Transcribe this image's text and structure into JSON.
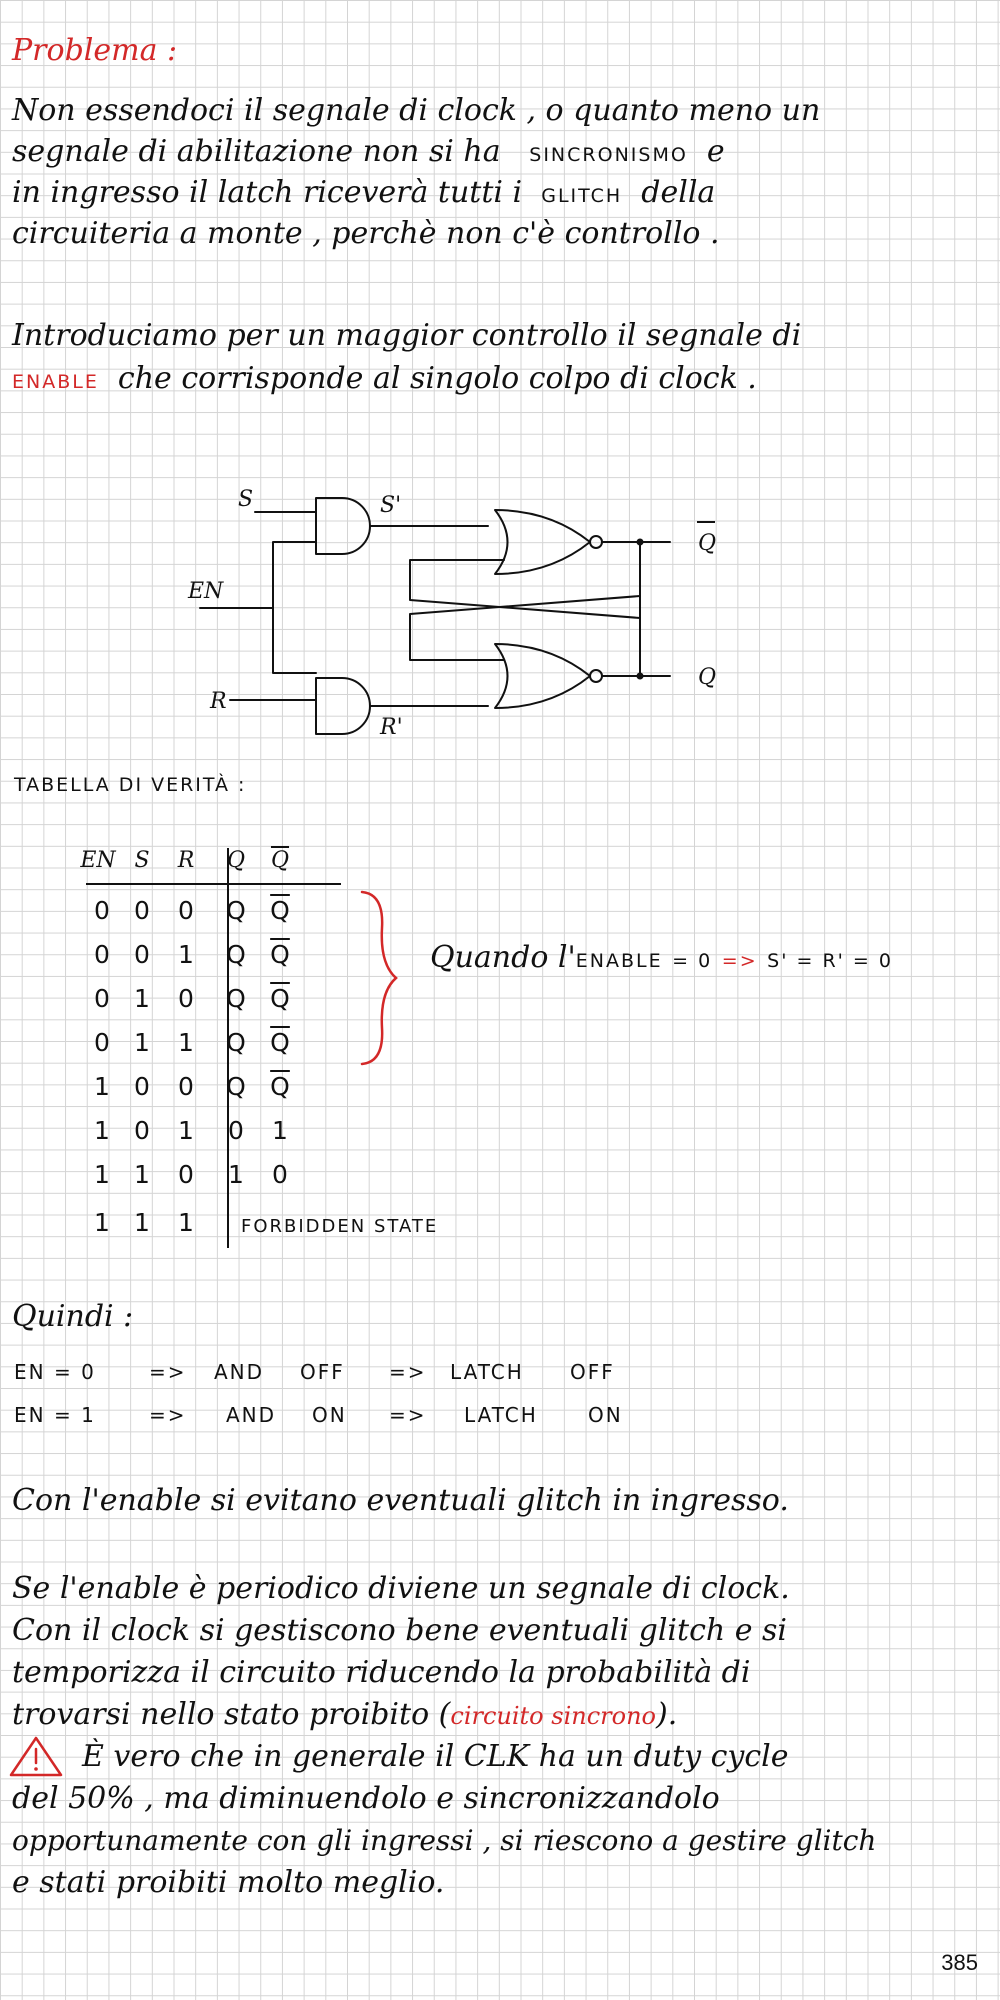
{
  "title": "Problema :",
  "para1": [
    "Non essendoci il segnale di clock , o quanto meno un",
    "segnale di abilitazione non si ha",
    "in ingresso il latch riceverà tutti i",
    "circuiteria a monte , perchè non c'è controllo ."
  ],
  "para1_caps": {
    "sincronismo": "SINCRONISMO",
    "e": "e",
    "glitch": "GLITCH",
    "della": "della"
  },
  "para2": {
    "line1": "Introduciamo per un maggior controllo il segnale di",
    "enable_word": "ENABLE",
    "line2_rest": "che corrisponde al singolo colpo di clock ."
  },
  "circuit": {
    "s": "S",
    "s_prime": "S'",
    "en": "EN",
    "r": "R",
    "r_prime": "R'",
    "q_bar": "Q",
    "q": "Q"
  },
  "table_title": "TABELLA DI VERITÀ :",
  "truth_table": {
    "headers": [
      "EN",
      "S",
      "R",
      "Q",
      "Q"
    ],
    "rows": [
      [
        "0",
        "0",
        "0",
        "Q",
        "Q"
      ],
      [
        "0",
        "0",
        "1",
        "Q",
        "Q"
      ],
      [
        "0",
        "1",
        "0",
        "Q",
        "Q"
      ],
      [
        "0",
        "1",
        "1",
        "Q",
        "Q"
      ],
      [
        "1",
        "0",
        "0",
        "Q",
        "Q"
      ],
      [
        "1",
        "0",
        "1",
        "0",
        "1"
      ],
      [
        "1",
        "1",
        "0",
        "1",
        "0"
      ]
    ],
    "last_row": [
      "1",
      "1",
      "1"
    ],
    "forbidden": "FORBIDDEN STATE"
  },
  "enable_note": {
    "text": "Quando l'",
    "caps": "ENABLE",
    "eq": "= 0",
    "arrow": "=>",
    "result": "S' = R' = 0"
  },
  "quindi": "Quindi :",
  "quindi_rows": [
    [
      "EN = 0",
      "=>",
      "AND",
      "OFF",
      "=>",
      "LATCH",
      "OFF"
    ],
    [
      "EN = 1",
      "=>",
      "AND",
      "ON",
      "=>",
      "LATCH",
      "ON"
    ]
  ],
  "para3": "Con l'enable si evitano eventuali glitch in ingresso.",
  "para4": {
    "line1": "Se l'enable è periodico diviene un segnale di clock.",
    "line2": "Con il clock si gestiscono bene eventuali glitch e si",
    "line3": "temporizza il circuito riducendo la probabilità di",
    "line4_start": "trovarsi nello stato proibito (",
    "line4_red": "circuito sincrono",
    "line4_end": ")."
  },
  "para5": {
    "line1": "È vero che in generale il CLK ha un duty cycle",
    "line2": "del 50% , ma diminuendolo e sincronizzandolo",
    "line3": "opportunamente con gli ingressi , si riescono a gestire glitch",
    "line4": "e stati proibiti molto meglio."
  },
  "page_number": "385",
  "colors": {
    "accent_red": "#d32828",
    "ink": "#111111",
    "grid": "#d4d4d4"
  }
}
